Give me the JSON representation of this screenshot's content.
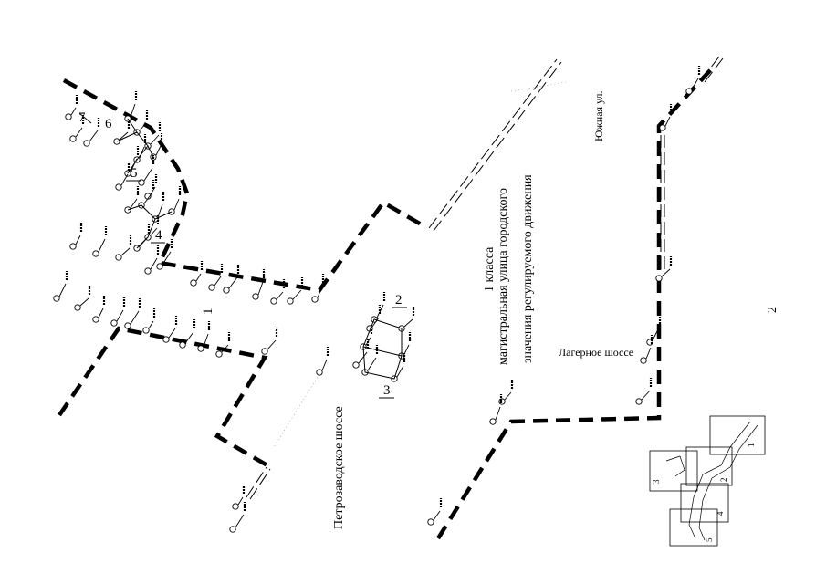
{
  "map": {
    "page_number": "2",
    "street_labels": {
      "main_line1": "магистральная улица городского",
      "main_line2": "значения регулируемого движения",
      "main_line3": "1 класса",
      "yuzhnaya": "Южная ул.",
      "lagernoe": "Лагерное шоссе",
      "petrozavodskoe": "Петрозаводское шоссе"
    },
    "section_numbers": [
      "1",
      "2",
      "3",
      "4",
      "5",
      "6",
      "7"
    ],
    "key_map_sheets": [
      "1",
      "2",
      "3",
      "4",
      "5"
    ]
  }
}
